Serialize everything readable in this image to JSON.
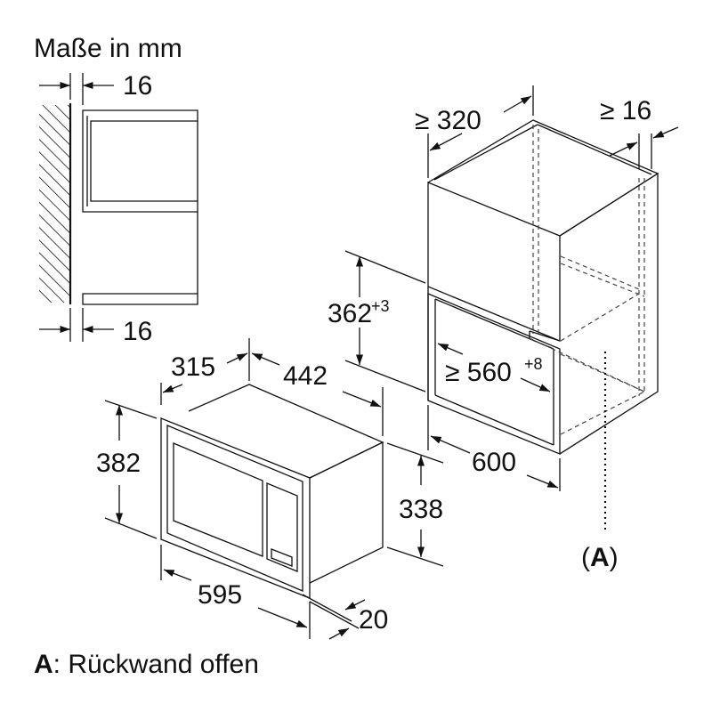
{
  "title": "Maße in mm",
  "side_view": {
    "dim_top": "16",
    "dim_bottom": "16"
  },
  "niche": {
    "dim_depth": "≥ 320",
    "dim_side": "≥ 16",
    "dim_height": "362",
    "dim_height_tol": "+3",
    "dim_width_inner": "≥ 560",
    "dim_width_inner_tol": "+8",
    "dim_width": "600",
    "marker": "(A)",
    "marker_letter": "A",
    "marker_open": "(",
    "marker_close": ")"
  },
  "appliance": {
    "dim_depth": "315",
    "dim_width_body": "442",
    "dim_height_front": "382",
    "dim_height_body": "338",
    "dim_width_front": "595",
    "dim_frame": "20"
  },
  "legend": {
    "letter": "A",
    "text": ": Rückwand offen"
  }
}
